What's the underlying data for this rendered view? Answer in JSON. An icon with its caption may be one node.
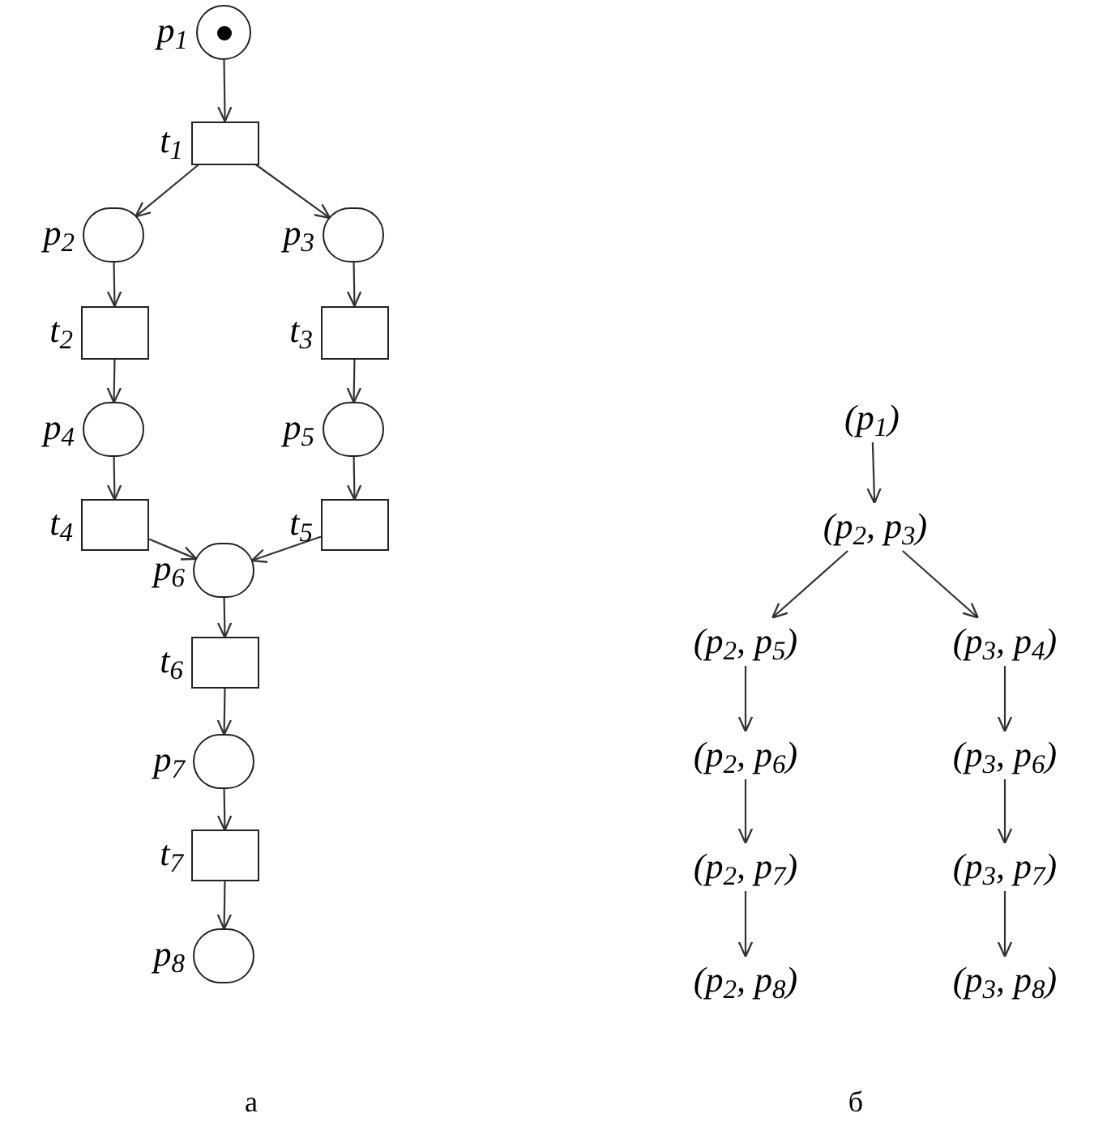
{
  "diagram": {
    "nodes": [
      {
        "text": [],
        "shape": "circle",
        "beside": [
          "p$_{1}$"
        ]
      },
      {
        "text": [],
        "shape": "box",
        "beside": [
          "t$_{1}$"
        ]
      },
      {
        "text": [],
        "shape": "circle",
        "beside": [
          "p$_{2}$"
        ]
      },
      {
        "text": [],
        "shape": "circle",
        "beside": [
          "p$_{3}$"
        ]
      },
      {
        "text": [],
        "shape": "box",
        "beside": [
          "t$_{2}$"
        ]
      },
      {
        "text": [],
        "shape": "box",
        "beside": [
          "t$_{3}$"
        ]
      },
      {
        "text": [],
        "shape": "circle",
        "beside": [
          "p$_{4}$"
        ]
      },
      {
        "text": [],
        "shape": "circle",
        "beside": [
          "p$_{5}$"
        ]
      },
      {
        "text": [],
        "shape": "box",
        "beside": [
          "t$_{4}$"
        ]
      },
      {
        "text": [],
        "shape": "box",
        "beside": [
          "t$_{5}$"
        ]
      },
      {
        "text": [],
        "shape": "circle",
        "beside": [
          "p$_{6}$"
        ]
      },
      {
        "text": [],
        "shape": "box",
        "beside": [
          "t$_{6}$"
        ]
      },
      {
        "text": [],
        "shape": "circle",
        "beside": [
          "p$_{7}$"
        ]
      },
      {
        "text": [],
        "shape": "box",
        "beside": [
          "t$_{7}$"
        ]
      },
      {
        "text": [],
        "shape": "circle",
        "beside": [
          "p$_{8}$"
        ]
      },
      {
        "text": [
          "(p$_{1}$)"
        ]
      },
      {
        "text": [
          "(p$_{2}$, p$_{3}$)"
        ]
      },
      {
        "text": [
          "(p$_{2}$, p$_{5}$)"
        ]
      },
      {
        "text": [
          "(p$_{3}$, p$_{4}$)"
        ]
      },
      {
        "text": [
          "(p$_{2}$, p$_{6}$)"
        ]
      },
      {
        "text": [
          "(p$_{3}$, p$_{6}$)"
        ]
      },
      {
        "text": [
          "(p$_{2}$, p$_{7}$)"
        ]
      },
      {
        "text": [
          "(p$_{3}$, p$_{7}$)"
        ]
      },
      {
        "text": [
          "(p$_{2}$, p$_{8}$)"
        ]
      },
      {
        "text": [
          "(p$_{3}$, p$_{8}$)"
        ]
      }
    ],
    "edges": [
      {
        "from": 0,
        "to": 1,
        "arrow": "to"
      },
      {
        "from": 1,
        "to": 2,
        "arrow": "to"
      },
      {
        "from": 1,
        "to": 3,
        "arrow": "to"
      },
      {
        "from": 2,
        "to": 4,
        "arrow": "to"
      },
      {
        "from": 3,
        "to": 5,
        "arrow": "to"
      },
      {
        "from": 4,
        "to": 6,
        "arrow": "to"
      },
      {
        "from": 5,
        "to": 7,
        "arrow": "to"
      },
      {
        "from": 6,
        "to": 8,
        "arrow": "to"
      },
      {
        "from": 7,
        "to": 9,
        "arrow": "to"
      },
      {
        "from": 8,
        "to": 10,
        "arrow": "to"
      },
      {
        "from": 9,
        "to": 10,
        "arrow": "to"
      },
      {
        "from": 10,
        "to": 11,
        "arrow": "to"
      },
      {
        "from": 11,
        "to": 12,
        "arrow": "to"
      },
      {
        "from": 12,
        "to": 13,
        "arrow": "to"
      },
      {
        "from": 13,
        "to": 14,
        "arrow": "to"
      },
      {
        "from": 15,
        "to": 16,
        "arrow": "to"
      },
      {
        "from": 16,
        "to": 17,
        "arrow": "to"
      },
      {
        "from": 16,
        "to": 18,
        "arrow": "to"
      },
      {
        "from": 17,
        "to": 19,
        "arrow": "to"
      },
      {
        "from": 18,
        "to": 20,
        "arrow": "to"
      },
      {
        "from": 19,
        "to": 21,
        "arrow": "to"
      },
      {
        "from": 20,
        "to": 22,
        "arrow": "to"
      },
      {
        "from": 21,
        "to": 23,
        "arrow": "to"
      },
      {
        "from": 22,
        "to": 24,
        "arrow": "to"
      }
    ],
    "labels": [
      "а",
      "б"
    ]
  }
}
